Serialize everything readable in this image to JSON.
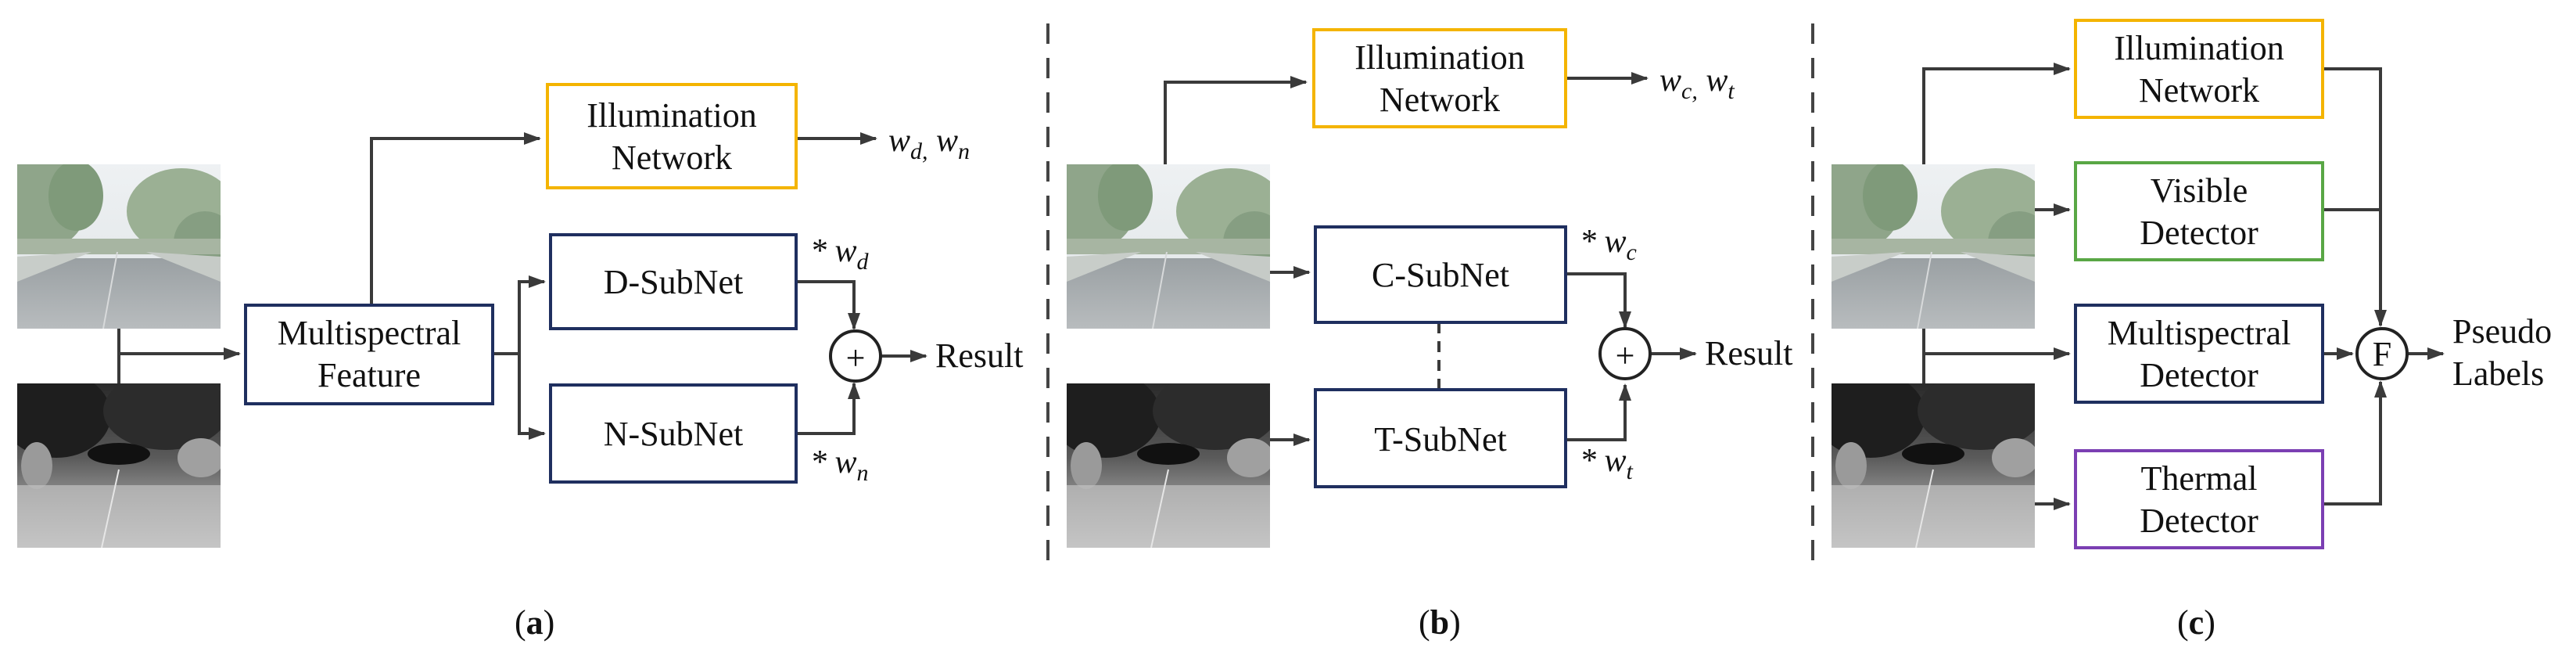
{
  "colors": {
    "illumination": "#f4b400",
    "subnet": "#1f2f5f",
    "visible": "#59a745",
    "thermal": "#7b3fb3",
    "wire": "#3a3a3a"
  },
  "panel_a": {
    "illumination_line1": "Illumination",
    "illumination_line2": "Network",
    "illum_output": "w",
    "illum_output_sub1": "d,",
    "illum_output_mid": " w",
    "illum_output_sub2": "n",
    "multispectral_line1": "Multispectral",
    "multispectral_line2": "Feature",
    "d_subnet": "D-SubNet",
    "n_subnet": "N-SubNet",
    "weight_d": "* w",
    "weight_d_sub": "d",
    "weight_n": "* w",
    "weight_n_sub": "n",
    "sum_symbol": "+",
    "result": "Result",
    "caption_open": "(",
    "caption_letter": "a",
    "caption_close": ")"
  },
  "panel_b": {
    "illumination_line1": "Illumination",
    "illumination_line2": "Network",
    "illum_output": "w",
    "illum_output_sub1": "c,",
    "illum_output_mid": " w",
    "illum_output_sub2": "t",
    "c_subnet": "C-SubNet",
    "t_subnet": "T-SubNet",
    "weight_c": "* w",
    "weight_c_sub": "c",
    "weight_t": "* w",
    "weight_t_sub": "t",
    "sum_symbol": "+",
    "result": "Result",
    "caption_open": "(",
    "caption_letter": "b",
    "caption_close": ")"
  },
  "panel_c": {
    "illumination_line1": "Illumination",
    "illumination_line2": "Network",
    "visible_line1": "Visible",
    "visible_line2": "Detector",
    "multispectral_line1": "Multispectral",
    "multispectral_line2": "Detector",
    "thermal_line1": "Thermal",
    "thermal_line2": "Detector",
    "fusion_symbol": "F",
    "output_line1": "Pseudo",
    "output_line2": "Labels",
    "caption_open": "(",
    "caption_letter": "c",
    "caption_close": ")"
  }
}
